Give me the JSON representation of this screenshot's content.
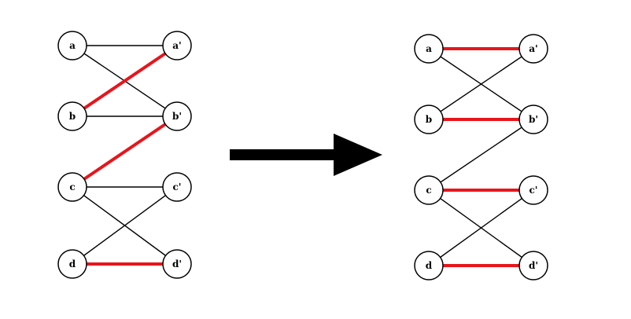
{
  "colors": {
    "background": "#ffffff",
    "edge": "#000000",
    "matching": "#e8151b",
    "node_fill": "#ffffff",
    "node_stroke": "#000000",
    "arrow": "#000000"
  },
  "left_graph": {
    "nodes": [
      {
        "id": "a",
        "label": "a"
      },
      {
        "id": "b",
        "label": "b"
      },
      {
        "id": "c",
        "label": "c"
      },
      {
        "id": "d",
        "label": "d"
      },
      {
        "id": "a2",
        "label": "a'"
      },
      {
        "id": "b2",
        "label": "b'"
      },
      {
        "id": "c2",
        "label": "c'"
      },
      {
        "id": "d2",
        "label": "d'"
      }
    ],
    "edges": [
      {
        "from": "a",
        "to": "a2",
        "matched": false
      },
      {
        "from": "a",
        "to": "b2",
        "matched": false
      },
      {
        "from": "b",
        "to": "a2",
        "matched": true
      },
      {
        "from": "b",
        "to": "b2",
        "matched": false
      },
      {
        "from": "c",
        "to": "b2",
        "matched": true
      },
      {
        "from": "c",
        "to": "c2",
        "matched": false
      },
      {
        "from": "c",
        "to": "d2",
        "matched": false
      },
      {
        "from": "d",
        "to": "c2",
        "matched": false
      },
      {
        "from": "d",
        "to": "d2",
        "matched": true
      }
    ]
  },
  "right_graph": {
    "nodes": [
      {
        "id": "a",
        "label": "a"
      },
      {
        "id": "b",
        "label": "b"
      },
      {
        "id": "c",
        "label": "c"
      },
      {
        "id": "d",
        "label": "d"
      },
      {
        "id": "a2",
        "label": "a'"
      },
      {
        "id": "b2",
        "label": "b'"
      },
      {
        "id": "c2",
        "label": "c'"
      },
      {
        "id": "d2",
        "label": "d'"
      }
    ],
    "edges": [
      {
        "from": "a",
        "to": "a2",
        "matched": true
      },
      {
        "from": "a",
        "to": "b2",
        "matched": false
      },
      {
        "from": "b",
        "to": "a2",
        "matched": false
      },
      {
        "from": "b",
        "to": "b2",
        "matched": true
      },
      {
        "from": "c",
        "to": "b2",
        "matched": false
      },
      {
        "from": "c",
        "to": "c2",
        "matched": true
      },
      {
        "from": "c",
        "to": "d2",
        "matched": false
      },
      {
        "from": "d",
        "to": "c2",
        "matched": false
      },
      {
        "from": "d",
        "to": "d2",
        "matched": true
      }
    ]
  },
  "arrow": {
    "direction": "right"
  }
}
